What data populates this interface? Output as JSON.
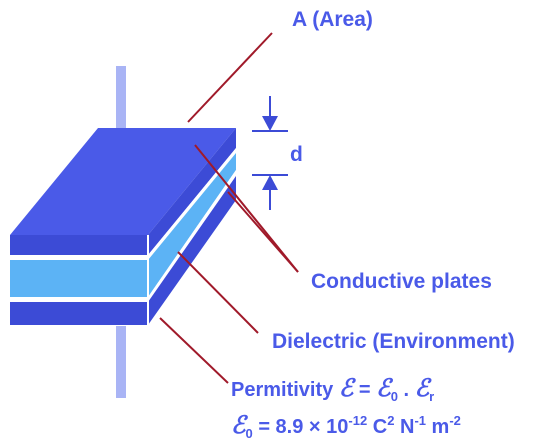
{
  "labels": {
    "area": "A (Area)",
    "distance": "d",
    "conductive": "Conductive plates",
    "dielectric": "Dielectric (Environment)",
    "permittivity_prefix": "Permitivity ",
    "eps": "ℰ",
    "eq": " = ",
    "dot": " . ",
    "sub0": "0",
    "subr": "r",
    "const_eq": " = 8.9 × 10",
    "exp_neg12": "-12",
    "unit_c": " C",
    "exp_2": "2",
    "unit_n": " N",
    "exp_neg1": "-1",
    "unit_m": " m",
    "exp_neg2": "-2"
  },
  "colors": {
    "plate_top": "#4a5ae8",
    "plate_side": "#3c4bd6",
    "dielectric": "#5cb3f5",
    "lead": "#a9b4f5",
    "leader_line": "#a01a2a",
    "text": "#4a5ae8"
  }
}
